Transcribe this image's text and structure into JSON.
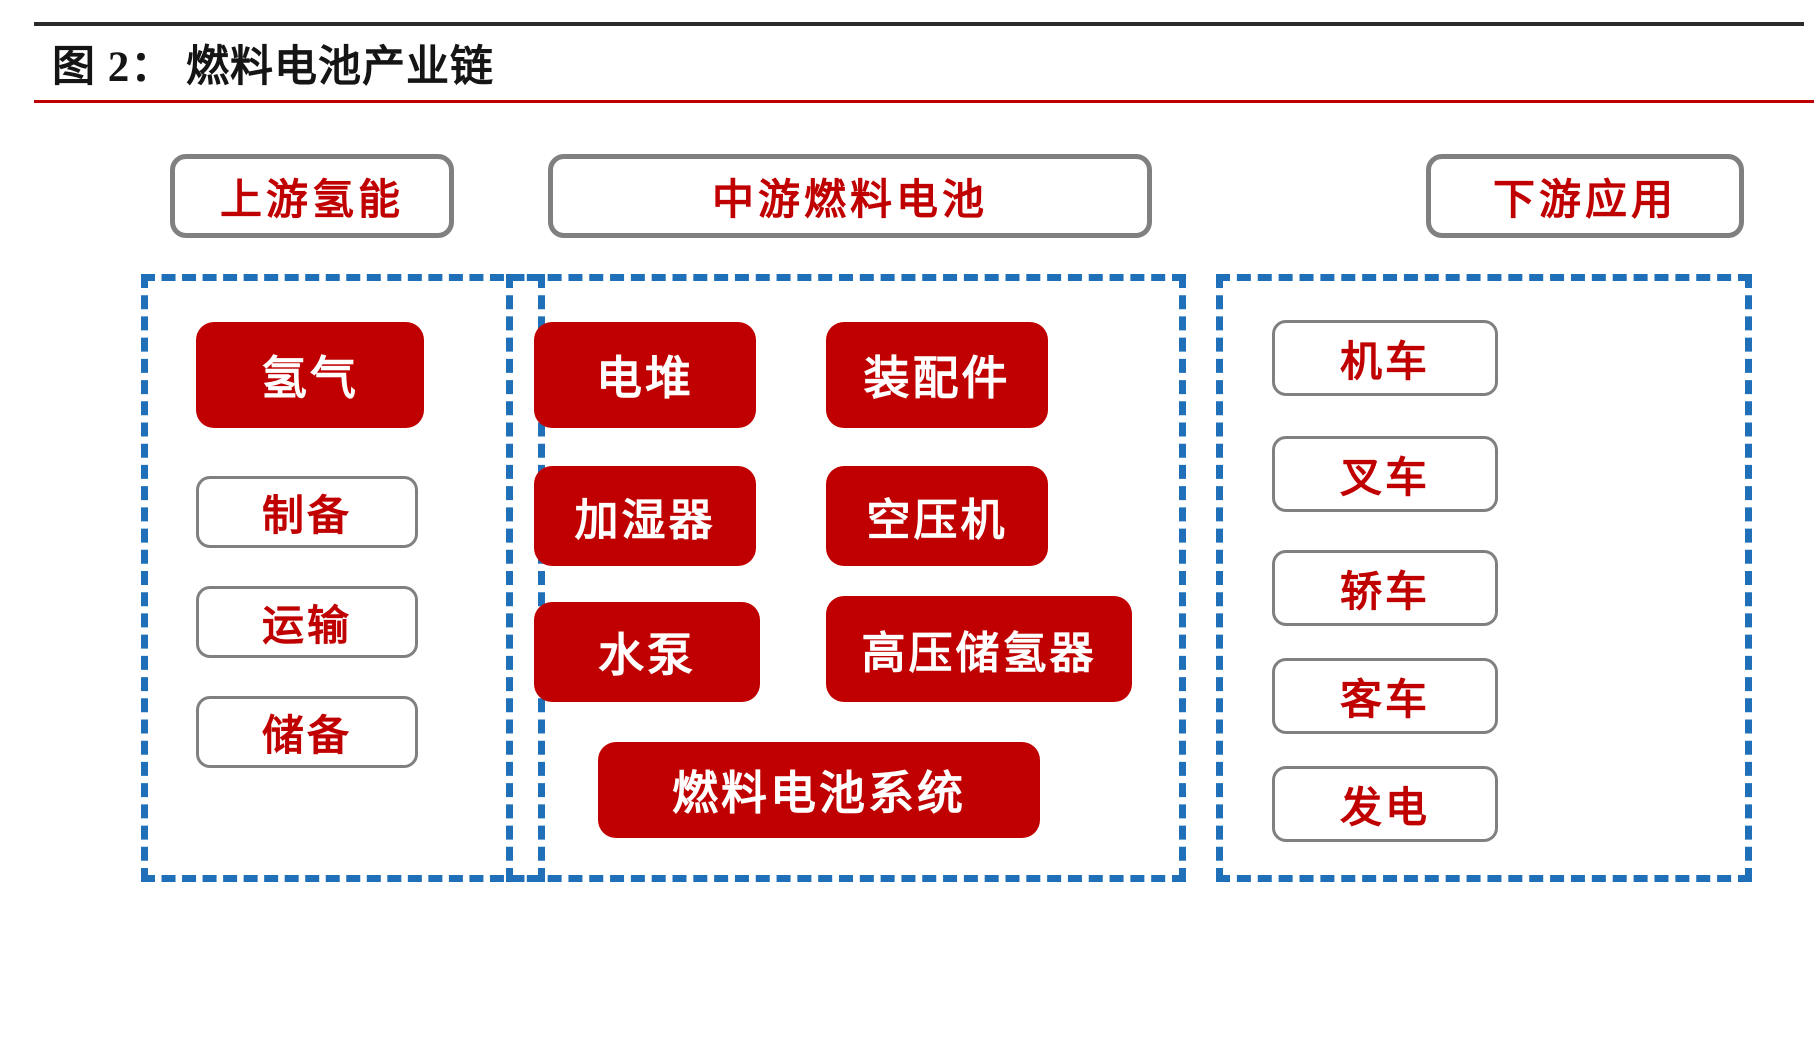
{
  "figure": {
    "label": "图 2：  燃料电池产业链",
    "accent_color": "#c00000",
    "dashed_color": "#1f70b8",
    "outline_color": "#808080"
  },
  "columns": [
    {
      "id": "upstream",
      "header": "上游氢能",
      "nodes": [
        {
          "label": "氢气",
          "style": "filled"
        },
        {
          "label": "制备",
          "style": "outline"
        },
        {
          "label": "运输",
          "style": "outline"
        },
        {
          "label": "储备",
          "style": "outline"
        }
      ]
    },
    {
      "id": "midstream",
      "header": "中游燃料电池",
      "nodes": [
        {
          "label": "电堆",
          "style": "filled"
        },
        {
          "label": "装配件",
          "style": "filled"
        },
        {
          "label": "加湿器",
          "style": "filled"
        },
        {
          "label": "空压机",
          "style": "filled"
        },
        {
          "label": "水泵",
          "style": "filled"
        },
        {
          "label": "高压储氢器",
          "style": "filled"
        },
        {
          "label": "燃料电池系统",
          "style": "filled"
        }
      ]
    },
    {
      "id": "downstream",
      "header": "下游应用",
      "nodes": [
        {
          "label": "机车",
          "style": "outline"
        },
        {
          "label": "叉车",
          "style": "outline"
        },
        {
          "label": "轿车",
          "style": "outline"
        },
        {
          "label": "客车",
          "style": "outline"
        },
        {
          "label": "发电",
          "style": "outline"
        }
      ]
    }
  ]
}
